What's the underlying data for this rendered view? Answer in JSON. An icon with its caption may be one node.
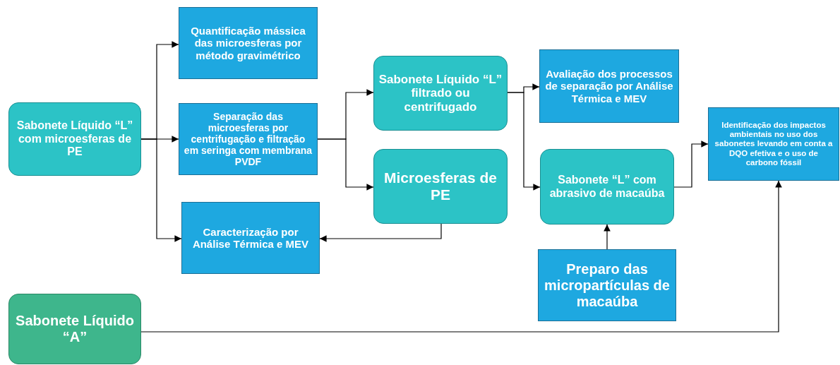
{
  "diagram": {
    "nodes": [
      {
        "text": [
          "Sabonete Líquido “L” com microesferas de PE"
        ]
      },
      {
        "text": [
          "Quantificação mássica das microesferas por método gravimétrico"
        ]
      },
      {
        "text": [
          "Separação das microesferas por centrifugação e filtração em seringa com membrana PVDF"
        ]
      },
      {
        "text": [
          "Caracterização por Análise Térmica e MEV"
        ]
      },
      {
        "text": [
          "Sabonete Líquido “L” filtrado ou centrifugado"
        ]
      },
      {
        "text": [
          "Microesferas de PE"
        ]
      },
      {
        "text": [
          "Avaliação dos processos de separação por Análise Térmica e MEV"
        ]
      },
      {
        "text": [
          "Sabonete “L” com abrasivo de macaúba"
        ]
      },
      {
        "text": [
          "Preparo das micropartículas de macaúba"
        ]
      },
      {
        "text": [
          "Identificação dos impactos ambientais no uso dos sabonetes levando em conta a DQO efetiva e o uso de carbono fóssil"
        ]
      },
      {
        "text": [
          "Sabonete Líquido “A”"
        ]
      }
    ],
    "edges": [
      {
        "from": 0,
        "to": 1,
        "arrow": "to"
      },
      {
        "from": 0,
        "to": 2,
        "arrow": "to"
      },
      {
        "from": 0,
        "to": 3,
        "arrow": "to"
      },
      {
        "from": 2,
        "to": 4,
        "arrow": "to"
      },
      {
        "from": 2,
        "to": 5,
        "arrow": "to"
      },
      {
        "from": 5,
        "to": 3,
        "arrow": "to"
      },
      {
        "from": 4,
        "to": 6,
        "arrow": "to"
      },
      {
        "from": 4,
        "to": 7,
        "arrow": "to"
      },
      {
        "from": 8,
        "to": 7,
        "arrow": "to"
      },
      {
        "from": 7,
        "to": 9,
        "arrow": "to"
      },
      {
        "from": 10,
        "to": 9,
        "arrow": "to"
      }
    ]
  }
}
